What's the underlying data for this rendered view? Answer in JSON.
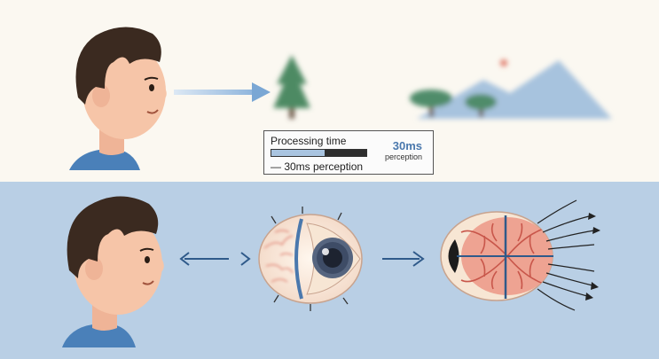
{
  "legend": {
    "title": "Processing time",
    "caption": "— 30ms perception",
    "value": "30ms",
    "unit": "perception",
    "bar_fill_fraction": 0.56
  },
  "colors": {
    "top_background": "#fbf8f1",
    "bottom_background": "#b9cfe5",
    "arrow_light": "#9bbde0",
    "arrow_dark": "#2f5a8a",
    "skin": "#f6c5a8",
    "hair": "#3b2a20",
    "shirt": "#4a80b9",
    "iris": "#56657f",
    "vessels": "#dd7a6a"
  },
  "icons": [
    "person-head-icon",
    "tree-icon",
    "mountain-icon",
    "eyeball-icon",
    "retina-icon"
  ]
}
